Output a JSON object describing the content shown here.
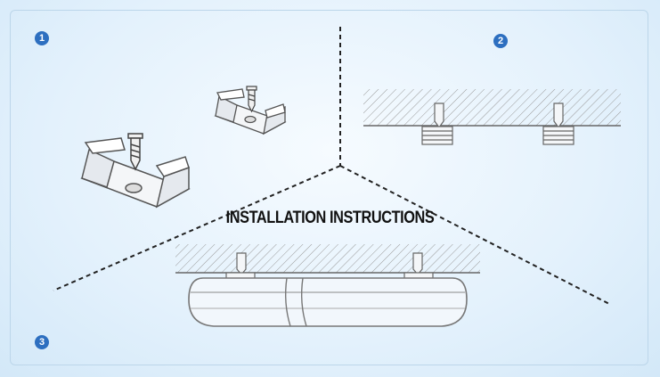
{
  "title": "INSTALLATION INSTRUCTIONS",
  "steps": [
    {
      "number": "1"
    },
    {
      "number": "2"
    },
    {
      "number": "3"
    }
  ],
  "colors": {
    "background": "#e3f1fc",
    "badge": "#2d6fc0",
    "line": "#222222",
    "drawing": "#6b6b6b"
  },
  "icons": [
    "mounting-clip-icon",
    "screw-icon",
    "ceiling-section-icon",
    "light-tube-icon"
  ]
}
